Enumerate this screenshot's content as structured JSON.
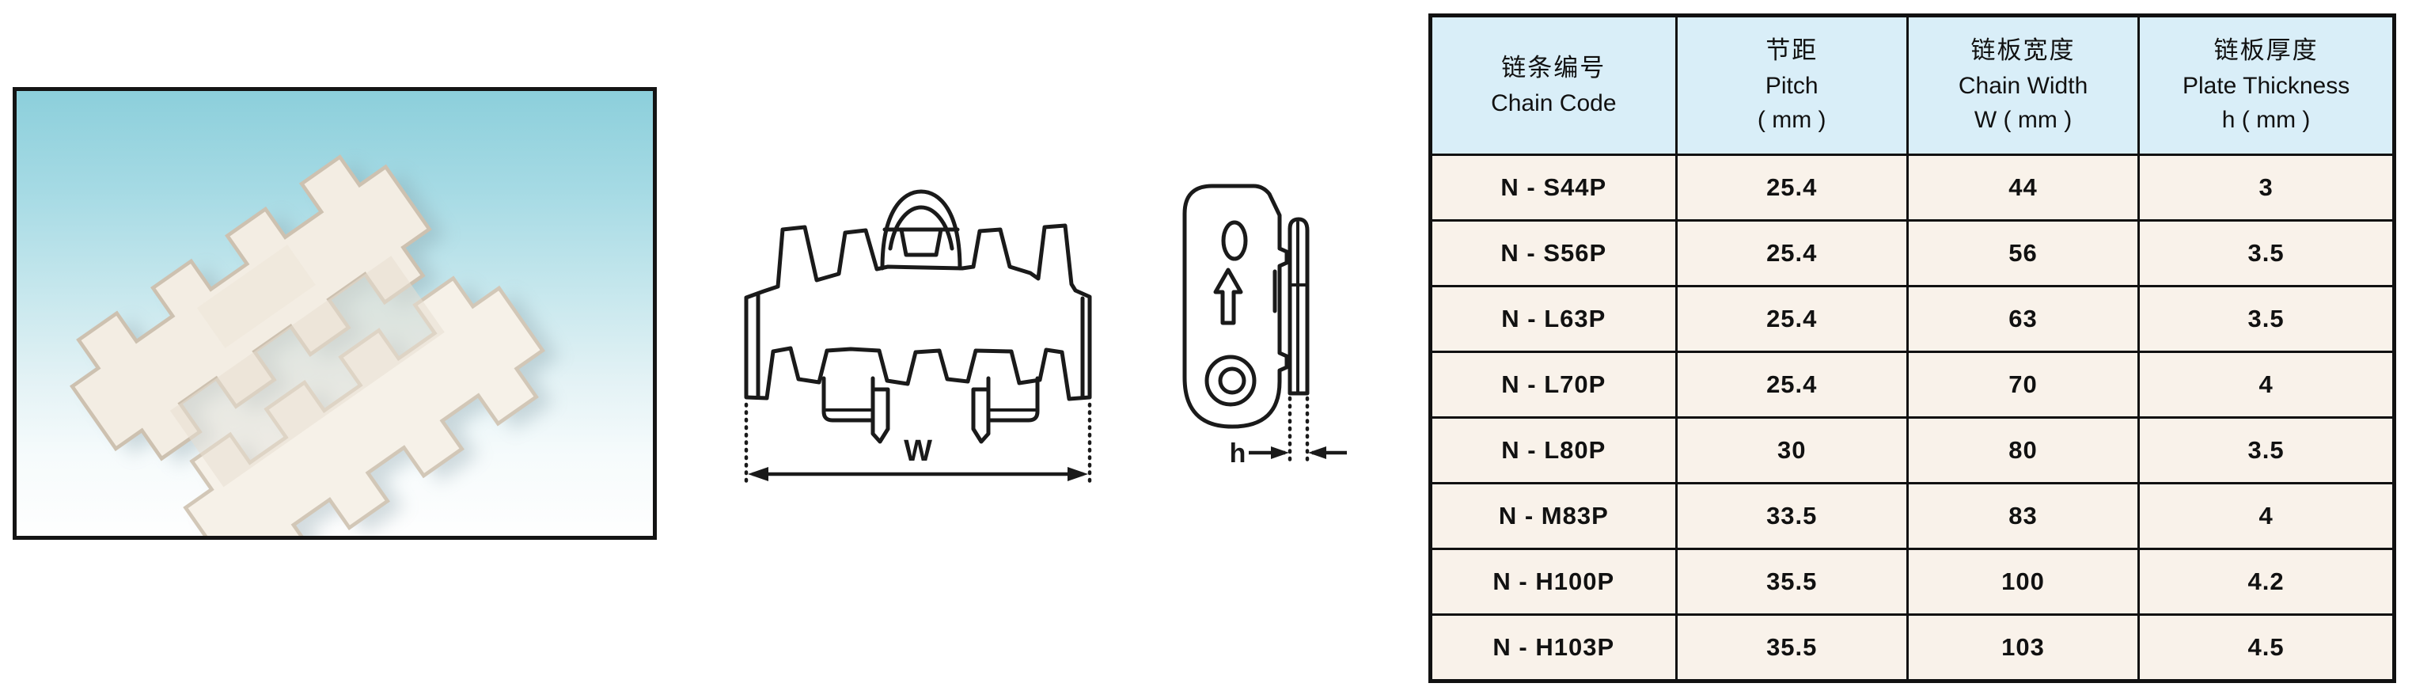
{
  "photo": {
    "subject": "white plastic flat-top conveyor chain on blue gradient background"
  },
  "drawings": {
    "front_view": {
      "dimension_label": "W"
    },
    "side_view": {
      "dimension_label": "h"
    }
  },
  "table": {
    "header": {
      "columns": [
        {
          "zh": "链条编号",
          "en": "Chain Code",
          "unit": ""
        },
        {
          "zh": "节距",
          "en": "Pitch",
          "unit": "( mm )"
        },
        {
          "zh": "链板宽度",
          "en": "Chain Width",
          "unit": "W ( mm )"
        },
        {
          "zh": "链板厚度",
          "en": "Plate Thickness",
          "unit": "h ( mm )"
        }
      ]
    },
    "rows": [
      {
        "code": "N - S44P",
        "pitch": "25.4",
        "width": "44",
        "thickness": "3"
      },
      {
        "code": "N - S56P",
        "pitch": "25.4",
        "width": "56",
        "thickness": "3.5"
      },
      {
        "code": "N - L63P",
        "pitch": "25.4",
        "width": "63",
        "thickness": "3.5"
      },
      {
        "code": "N - L70P",
        "pitch": "25.4",
        "width": "70",
        "thickness": "4"
      },
      {
        "code": "N - L80P",
        "pitch": "30",
        "width": "80",
        "thickness": "3.5"
      },
      {
        "code": "N - M83P",
        "pitch": "33.5",
        "width": "83",
        "thickness": "4"
      },
      {
        "code": "N - H100P",
        "pitch": "35.5",
        "width": "100",
        "thickness": "4.2"
      },
      {
        "code": "N - H103P",
        "pitch": "35.5",
        "width": "103",
        "thickness": "4.5"
      }
    ]
  },
  "colors": {
    "table_header_bg": "#d9eef8",
    "table_row_bg": "#f9f2ea",
    "table_border": "#111111",
    "photo_border": "#141414",
    "photo_blue_top": "#8ccfdb",
    "line_art": "#1a1a1a"
  }
}
